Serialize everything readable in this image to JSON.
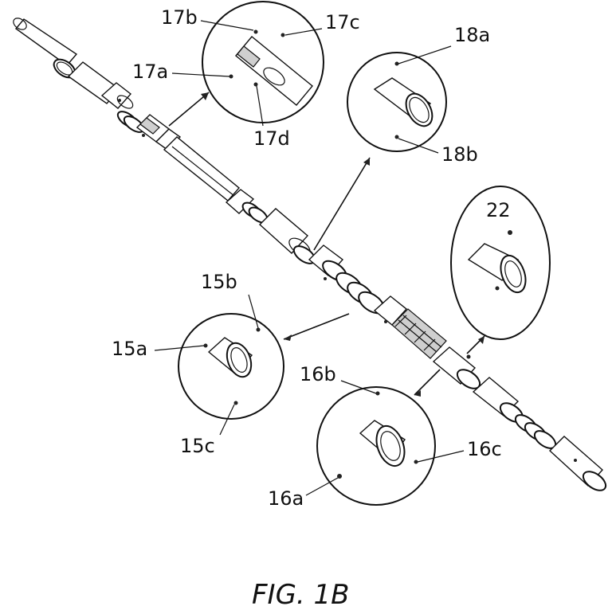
{
  "figure": {
    "caption": "FIG. 1B"
  },
  "labels": {
    "l17a": "17a",
    "l17b": "17b",
    "l17c": "17c",
    "l17d": "17d",
    "l18a": "18a",
    "l18b": "18b",
    "l22": "22",
    "l15a": "15a",
    "l15b": "15b",
    "l15c": "15c",
    "l16a": "16a",
    "l16b": "16b",
    "l16c": "16c"
  }
}
